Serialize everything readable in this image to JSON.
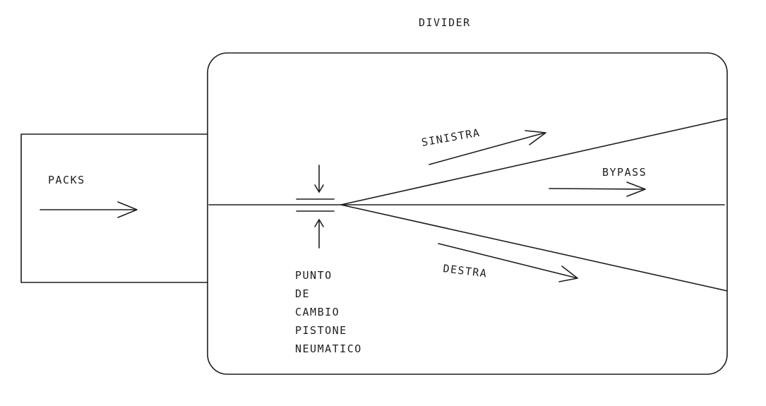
{
  "title": "DIVIDER",
  "input_label": "PACKS",
  "outputs": {
    "left": "SINISTRA",
    "bypass": "BYPASS",
    "right": "DESTRA"
  },
  "switch_point_lines": [
    "PUNTO",
    "DE",
    "CAMBIO",
    "PISTONE",
    "NEUMATICO"
  ],
  "colors": {
    "stroke": "#1e1e1e",
    "background": "#ffffff"
  }
}
